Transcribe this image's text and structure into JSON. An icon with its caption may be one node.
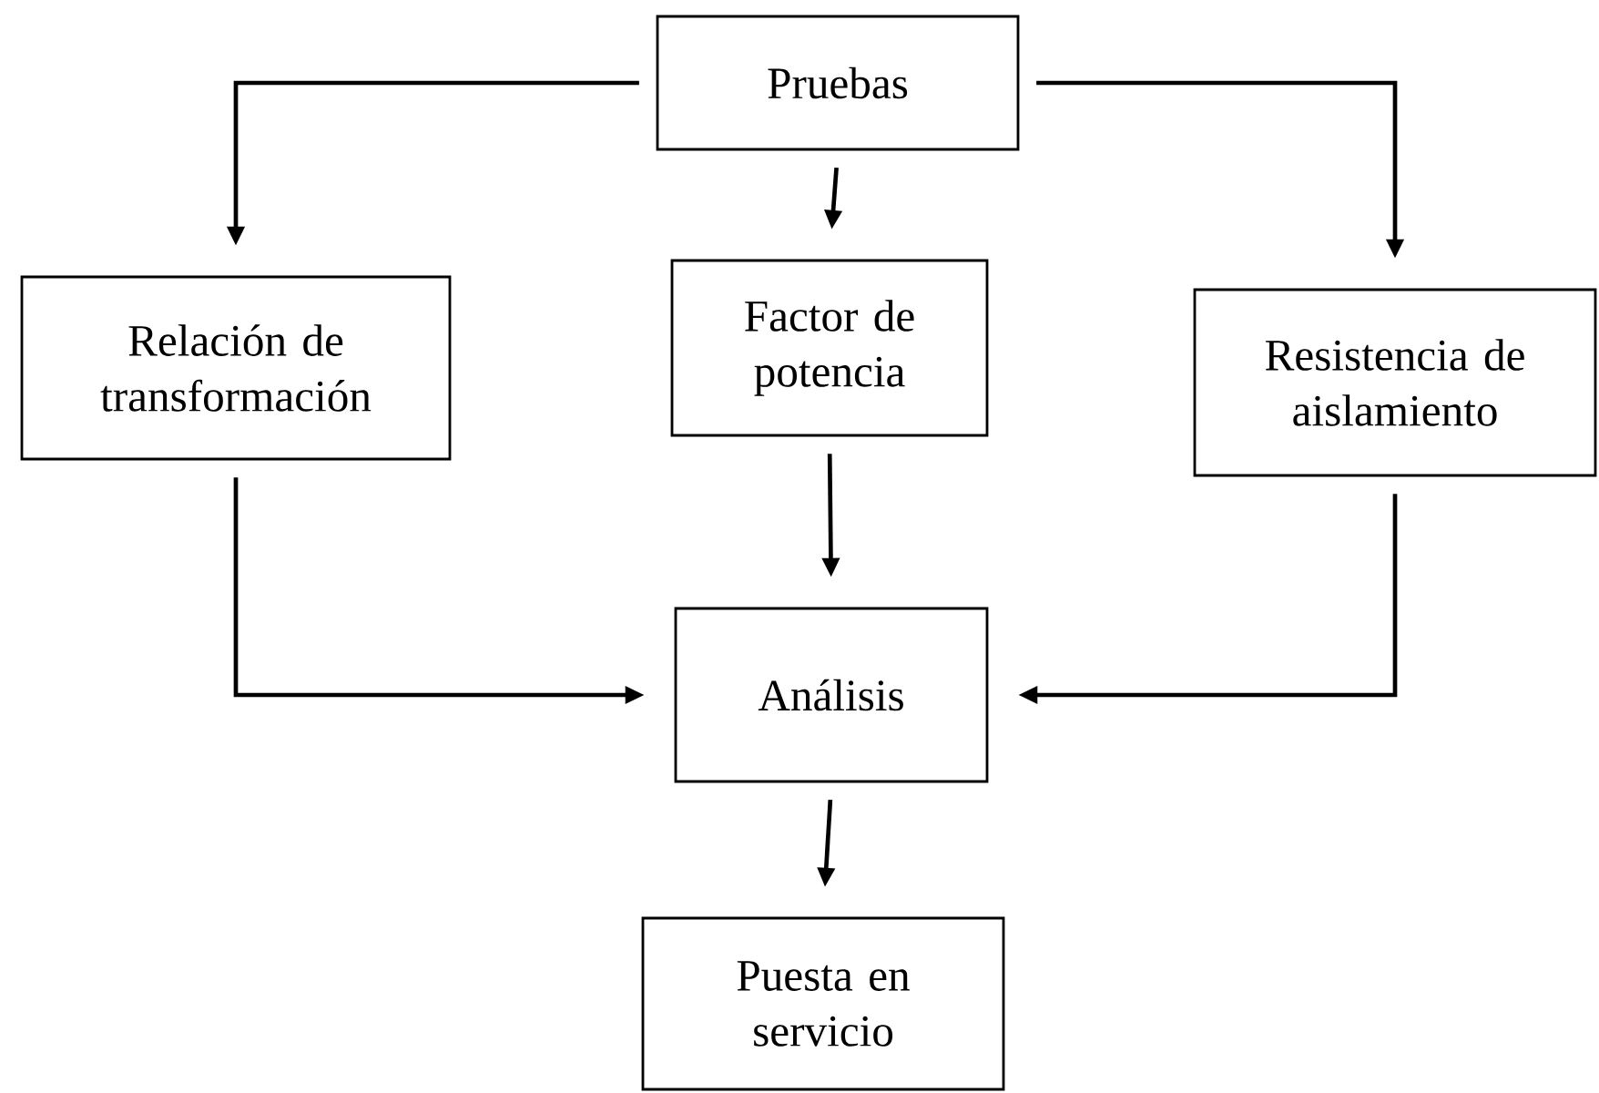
{
  "diagram": {
    "nodes": [
      {
        "text": [
          "Pruebas"
        ]
      },
      {
        "text": [
          "Relación de transformación"
        ]
      },
      {
        "text": [
          "Factor de potencia"
        ]
      },
      {
        "text": [
          "Resistencia de aislamiento"
        ]
      },
      {
        "text": [
          "Análisis"
        ]
      },
      {
        "text": [
          "Puesta en servicio"
        ]
      }
    ],
    "edges": [
      {
        "from": 0,
        "to": 1,
        "arrow": "to"
      },
      {
        "from": 0,
        "to": 2,
        "arrow": "to"
      },
      {
        "from": 0,
        "to": 3,
        "arrow": "to"
      },
      {
        "from": 1,
        "to": 4,
        "arrow": "to"
      },
      {
        "from": 2,
        "to": 4,
        "arrow": "to"
      },
      {
        "from": 3,
        "to": 4,
        "arrow": "to"
      },
      {
        "from": 4,
        "to": 5,
        "arrow": "to"
      }
    ]
  }
}
